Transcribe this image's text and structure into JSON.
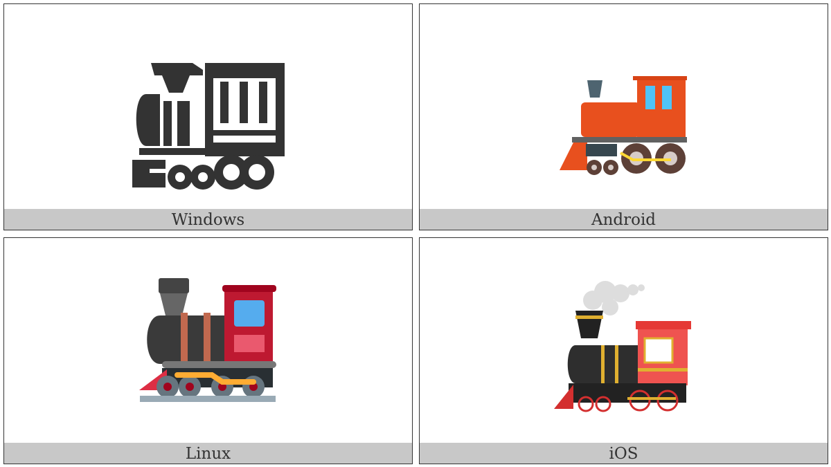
{
  "emoji": "locomotive",
  "panels": [
    {
      "platform": "Windows"
    },
    {
      "platform": "Android"
    },
    {
      "platform": "Linux"
    },
    {
      "platform": "iOS"
    }
  ]
}
